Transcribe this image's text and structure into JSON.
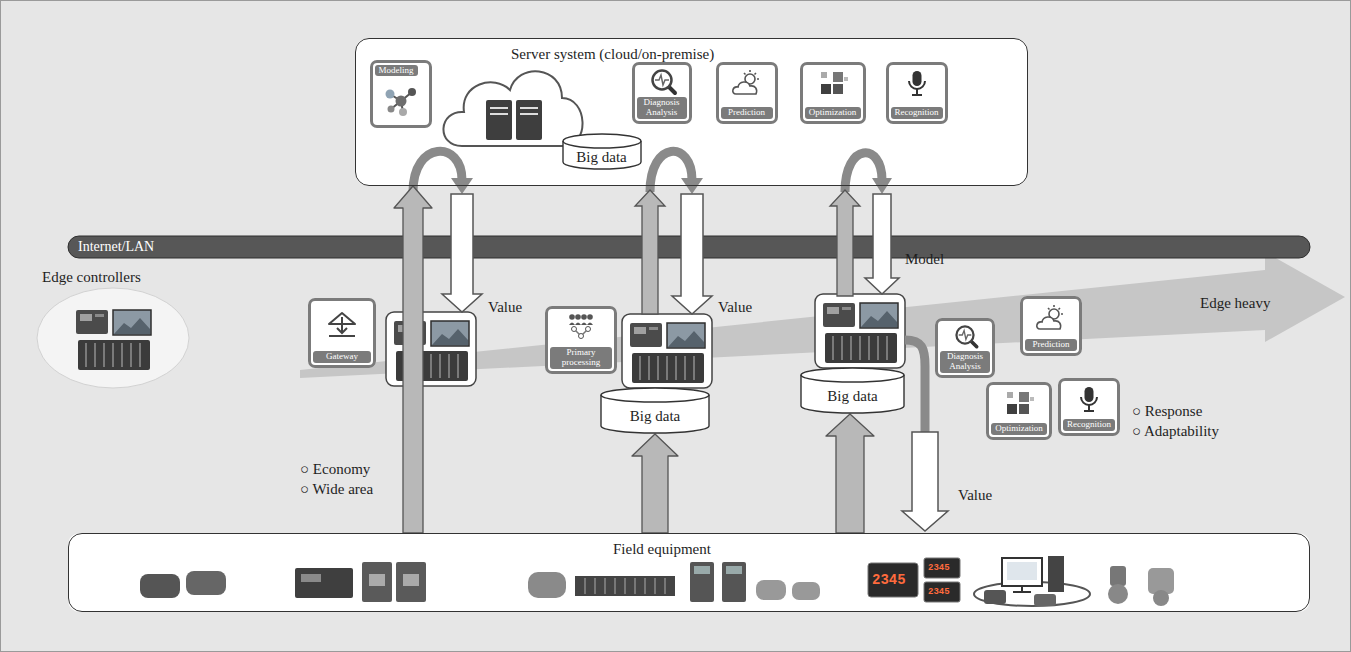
{
  "diagram": {
    "nodes": [
      {
        "text": [
          "Server system (cloud/on-premise)"
        ]
      },
      {
        "text": [
          "Modeling"
        ],
        "in": 0
      },
      {
        "text": [
          "Big data"
        ],
        "in": 0
      },
      {
        "text": [
          "Diagnosis Analysis"
        ],
        "in": 0
      },
      {
        "text": [
          "Prediction"
        ],
        "in": 0
      },
      {
        "text": [
          "Optimization"
        ],
        "in": 0
      },
      {
        "text": [
          "Recognition"
        ],
        "in": 0
      },
      {
        "text": [
          "Internet/LAN"
        ]
      },
      {
        "text": [
          "Gateway"
        ]
      },
      {
        "text": [
          "Primary processing"
        ]
      },
      {
        "text": [
          "Big data"
        ]
      },
      {
        "text": [
          "Big data"
        ]
      },
      {
        "text": [
          "Diagnosis Analysis"
        ]
      },
      {
        "text": [
          "Prediction"
        ]
      },
      {
        "text": [
          "Optimization"
        ]
      },
      {
        "text": [
          "Recognition"
        ]
      },
      {
        "text": [
          "Field equipment"
        ]
      }
    ],
    "edges": [
      {
        "from": 16,
        "to": 0,
        "arrow": "to"
      },
      {
        "from": 16,
        "to": 10,
        "arrow": "to"
      },
      {
        "from": 16,
        "to": 11,
        "arrow": "to"
      }
    ],
    "labels": [
      "Edge controllers",
      "Value",
      "Value",
      "Model",
      "Edge heavy",
      "○ Response",
      "○ Adaptability",
      "○ Economy",
      "○ Wide area",
      "Value",
      "2345",
      "2345",
      "2345"
    ]
  }
}
